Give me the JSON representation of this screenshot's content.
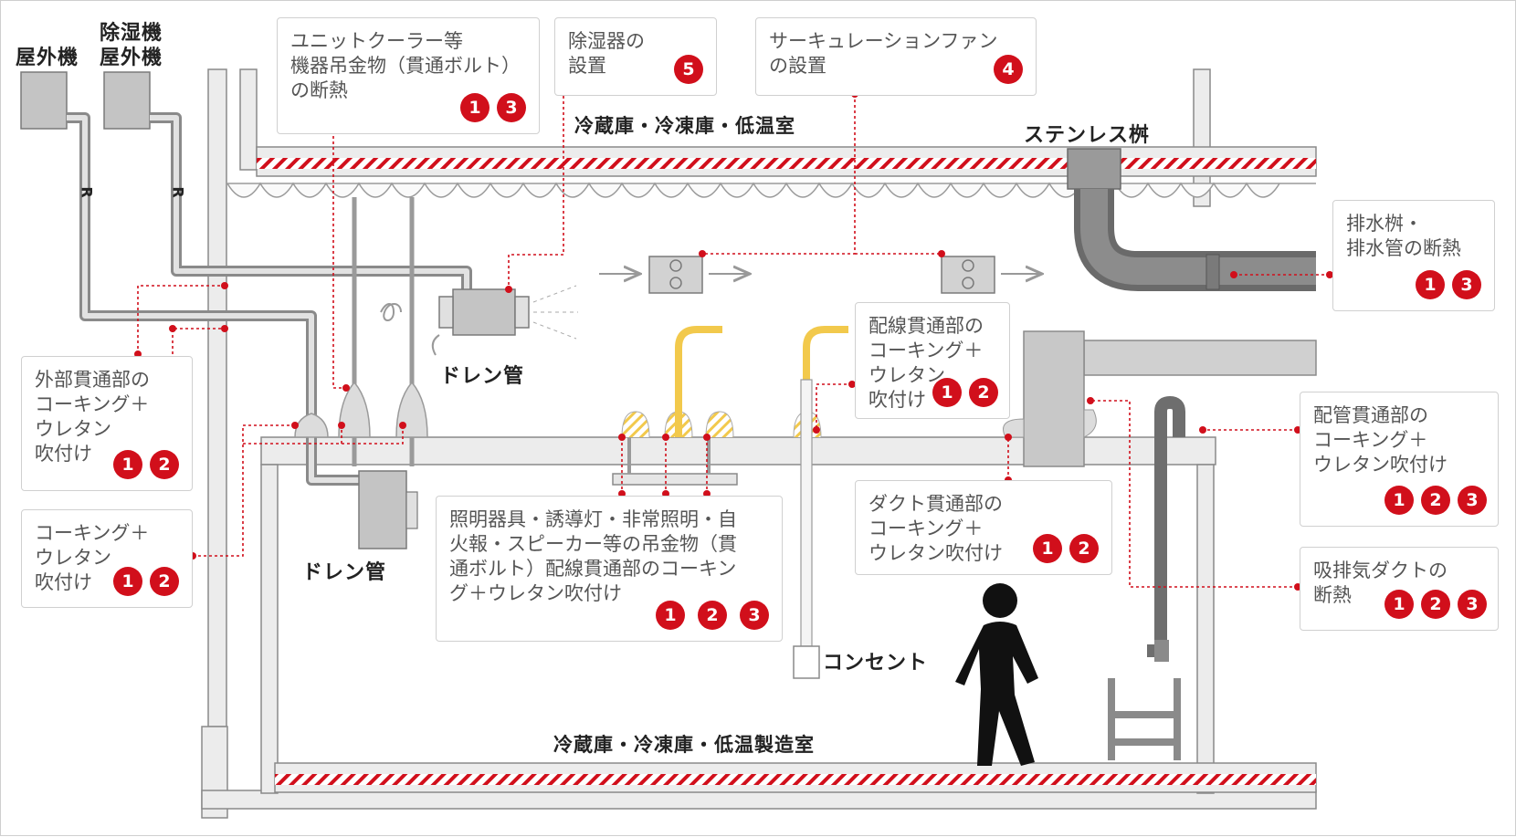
{
  "labels": {
    "outdoor_unit": "屋外機",
    "dehumid_outdoor_line1": "除湿機",
    "dehumid_outdoor_line2": "屋外機",
    "room_upper": "冷蔵庫・冷凍庫・低温室",
    "room_lower": "冷蔵庫・冷凍庫・低温製造室",
    "stainless_basin": "ステンレス桝",
    "drain_pipe_1": "ドレン管",
    "drain_pipe_2": "ドレン管",
    "outlet": "コンセント",
    "refrigerant_1": "R",
    "refrigerant_2": "R"
  },
  "callouts": {
    "unit_cooler": {
      "lines": [
        "ユニットクーラー等",
        "機器吊金物（貫通ボルト）",
        "の断熱"
      ],
      "nums": [
        "1",
        "3"
      ]
    },
    "dehumidifier": {
      "lines": [
        "除湿器の",
        "設置"
      ],
      "nums": [
        "5"
      ]
    },
    "circulation_fan": {
      "lines": [
        "サーキュレーションファン",
        "の設置"
      ],
      "nums": [
        "4"
      ]
    },
    "drain_basin": {
      "lines": [
        "排水桝・",
        "排水管の断熱"
      ],
      "nums": [
        "1",
        "3"
      ]
    },
    "external_penetration": {
      "lines": [
        "外部貫通部の",
        "コーキング＋",
        "ウレタン",
        "吹付け"
      ],
      "nums": [
        "1",
        "2"
      ]
    },
    "caulking_urethane": {
      "lines": [
        "コーキング＋",
        "ウレタン",
        "吹付け"
      ],
      "nums": [
        "1",
        "2"
      ]
    },
    "wiring_penetration": {
      "lines": [
        "配線貫通部の",
        "コーキング＋",
        "ウレタン",
        "吹付け"
      ],
      "nums": [
        "1",
        "2"
      ]
    },
    "lighting": {
      "lines": [
        "照明器具・誘導灯・非常照明・自",
        "火報・スピーカー等の吊金物（貫",
        "通ボルト）配線貫通部のコーキン",
        "グ＋ウレタン吹付け"
      ],
      "nums": [
        "1",
        "2",
        "3"
      ]
    },
    "duct_penetration": {
      "lines": [
        "ダクト貫通部の",
        "コーキング＋",
        "ウレタン吹付け"
      ],
      "nums": [
        "1",
        "2"
      ]
    },
    "pipe_penetration": {
      "lines": [
        "配管貫通部の",
        "コーキング＋",
        "ウレタン吹付け"
      ],
      "nums": [
        "1",
        "2",
        "3"
      ]
    },
    "exhaust_duct": {
      "lines": [
        "吸排気ダクトの",
        "断熱"
      ],
      "nums": [
        "1",
        "2",
        "3"
      ]
    }
  },
  "colors": {
    "accent_red": "#d10f1b",
    "wall_gray": "#e6e6e6",
    "equipment_gray": "#c4c4c4",
    "outline_gray": "#8a8a8a",
    "insulation_yellow": "#f2c94c"
  }
}
